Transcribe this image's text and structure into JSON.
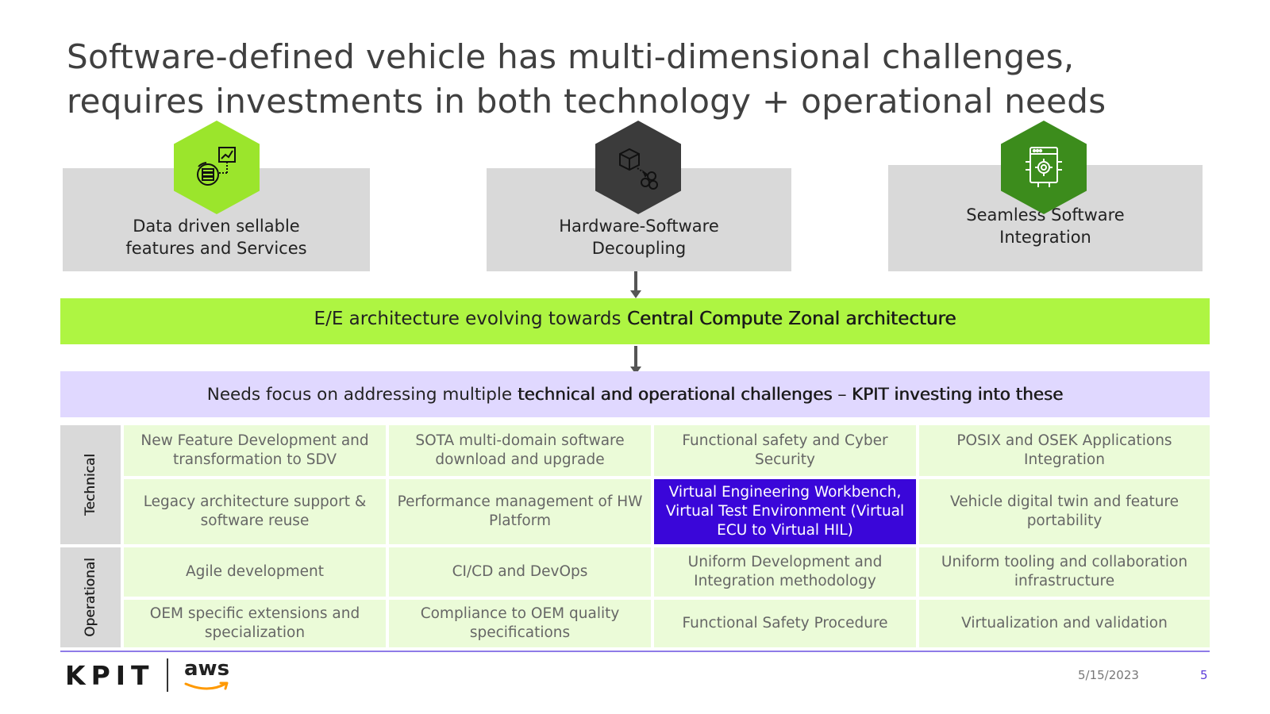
{
  "title": {
    "line1": "Software-defined vehicle has multi-dimensional challenges,",
    "line2": "requires investments in both technology + operational needs"
  },
  "pillars": [
    {
      "line1": "Data driven sellable",
      "line2": "features and Services",
      "icon": "data-analytics-icon",
      "color": "#9be52c"
    },
    {
      "line1": "Hardware-Software",
      "line2": "Decoupling",
      "icon": "hardware-decoupling-icon",
      "color": "#3b3b3b"
    },
    {
      "line1": "Seamless Software",
      "line2": "Integration",
      "icon": "software-integration-icon",
      "color": "#3c8c1c"
    }
  ],
  "ee_band": {
    "prefix": "E/E architecture  evolving towards ",
    "emphasis": "Central Compute Zonal architecture",
    "color": "#aef542"
  },
  "needs_band": {
    "prefix": "Needs focus on addressing multiple ",
    "emphasis": "technical and operational challenges – KPIT investing into these",
    "color": "#e0d8ff"
  },
  "grid": {
    "side_labels": {
      "technical": "Technical",
      "operational": "Operational"
    },
    "rows": [
      [
        "New Feature Development and transformation to SDV",
        "SOTA multi-domain software download and upgrade",
        "Functional safety and Cyber Security",
        "POSIX and OSEK Applications Integration"
      ],
      [
        "Legacy  architecture support & software reuse",
        "Performance management of HW Platform",
        "Virtual Engineering Workbench, Virtual Test Environment (Virtual ECU to Virtual HIL)",
        "Vehicle digital twin and feature portability"
      ],
      [
        "Agile development",
        "CI/CD and DevOps",
        "Uniform Development and Integration methodology",
        "Uniform tooling and collaboration infrastructure"
      ],
      [
        "OEM specific extensions and specialization",
        "Compliance to OEM quality specifications",
        "Functional Safety Procedure",
        "Virtualization and validation"
      ]
    ],
    "highlight_color": "#3a06d9"
  },
  "footer": {
    "kpit_logo": "KPIT",
    "aws_logo": "aws",
    "date": "5/15/2023",
    "page": "5"
  }
}
